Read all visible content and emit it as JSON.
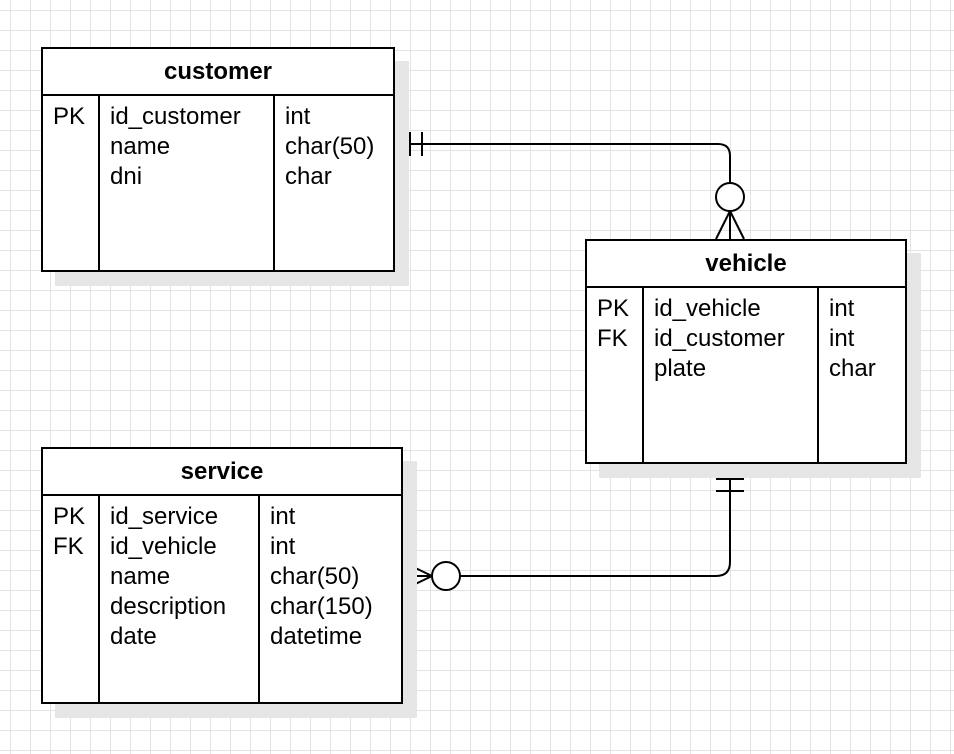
{
  "entities": {
    "customer": {
      "title": "customer",
      "keys": [
        "PK",
        "",
        ""
      ],
      "fields": [
        "id_customer",
        "name",
        "dni"
      ],
      "types": [
        "int",
        "char(50)",
        "char"
      ]
    },
    "vehicle": {
      "title": "vehicle",
      "keys": [
        "PK",
        "FK",
        ""
      ],
      "fields": [
        "id_vehicle",
        "id_customer",
        "plate"
      ],
      "types": [
        "int",
        "int",
        "char"
      ]
    },
    "service": {
      "title": "service",
      "keys": [
        "PK",
        "FK",
        "",
        "",
        ""
      ],
      "fields": [
        "id_service",
        "id_vehicle",
        "name",
        "description",
        "date"
      ],
      "types": [
        "int",
        "int",
        "char(50)",
        "char(150)",
        "datetime"
      ]
    }
  },
  "relationships": [
    {
      "from": "customer",
      "to": "vehicle",
      "from_cardinality": "exactly-one",
      "to_cardinality": "zero-or-many"
    },
    {
      "from": "vehicle",
      "to": "service",
      "from_cardinality": "exactly-one",
      "to_cardinality": "zero-or-many"
    }
  ],
  "colors": {
    "line": "#000000",
    "grid": "#e3e3e3",
    "shadow": "#e6e6e6",
    "background": "#ffffff"
  }
}
